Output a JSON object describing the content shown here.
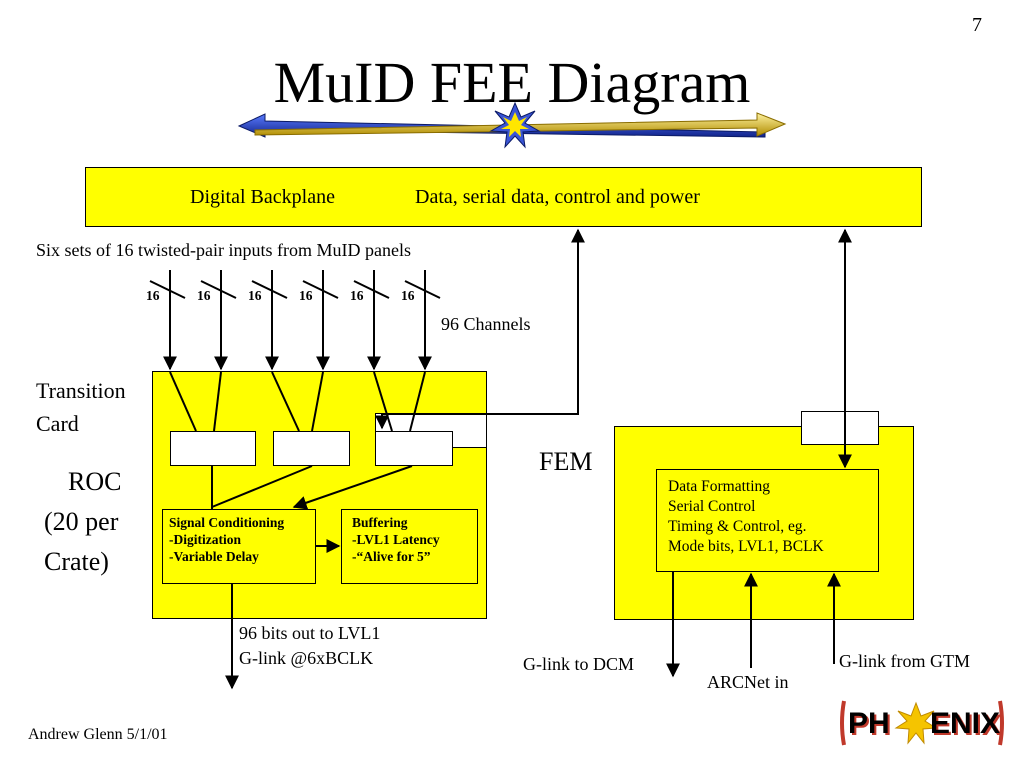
{
  "slide": {
    "page_number": "7",
    "title": "MuID FEE Diagram",
    "footer": "Andrew Glenn 5/1/01"
  },
  "backplane": {
    "label": "Digital Backplane",
    "description": "Data, serial data, control and power"
  },
  "inputs": {
    "caption": "Six sets of 16 twisted-pair inputs from MuID panels",
    "bundle_labels": [
      "16",
      "16",
      "16",
      "16",
      "16",
      "16"
    ],
    "channels_label": "96 Channels"
  },
  "roc": {
    "transition_card_label": [
      "Transition",
      "Card"
    ],
    "label": [
      "ROC",
      "(20 per",
      "Crate)"
    ],
    "signal_conditioning": [
      "Signal Conditioning",
      "-Digitization",
      "-Variable Delay"
    ],
    "buffering": [
      "Buffering",
      "-LVL1 Latency",
      "-“Alive for 5”"
    ],
    "output_label": [
      "96 bits out to LVL1",
      "G-link @6xBCLK"
    ]
  },
  "fem": {
    "label": "FEM",
    "functions": [
      "Data Formatting",
      "Serial Control",
      "Timing & Control, eg.",
      "Mode bits, LVL1, BCLK"
    ],
    "glink_dcm": "G-link to DCM",
    "arcnet": "ARCNet in",
    "glink_gtm": "G-link from GTM"
  },
  "logo": {
    "text_left": "PH",
    "text_right": "ENIX",
    "colors": {
      "text": "#000000",
      "shadow": "#c0392b",
      "star": "#f5c400"
    }
  },
  "colors": {
    "box_fill": "#ffff00",
    "outline": "#000000",
    "arrow_blue": "#1f3fbf",
    "arrow_gold": "#d4b000"
  }
}
